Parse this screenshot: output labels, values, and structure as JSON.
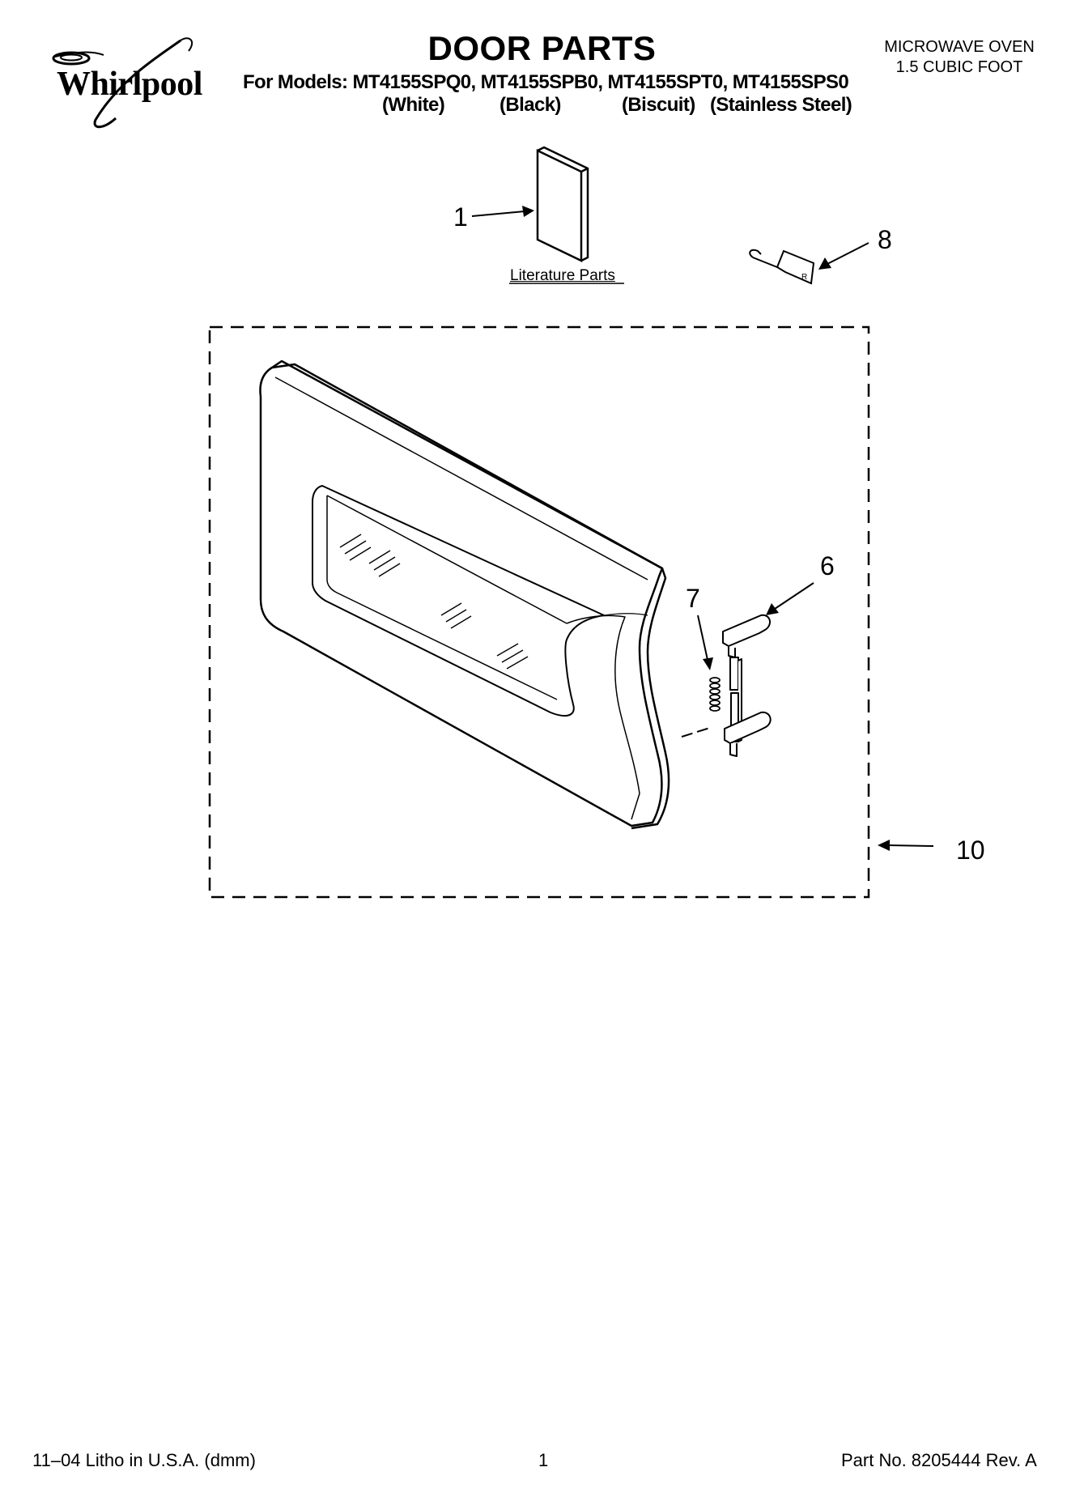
{
  "brand": {
    "name": "Whirlpool"
  },
  "header": {
    "title": "DOOR PARTS",
    "models_line": "For Models: MT4155SPQ0, MT4155SPB0, MT4155SPT0, MT4155SPS0",
    "finishes": [
      "(White)",
      "(Black)",
      "(Biscuit)",
      "(Stainless Steel)"
    ],
    "product_type": "MICROWAVE OVEN",
    "product_size": "1.5 CUBIC FOOT"
  },
  "diagram": {
    "literature_label": "Literature Parts",
    "callouts": {
      "literature": "1",
      "latch": "6",
      "spring": "7",
      "bracket": "8",
      "door_assembly": "10"
    }
  },
  "footer": {
    "litho": "11–04 Litho in U.S.A. (dmm)",
    "page_number": "1",
    "part_number": "Part No. 8205444 Rev. A"
  }
}
